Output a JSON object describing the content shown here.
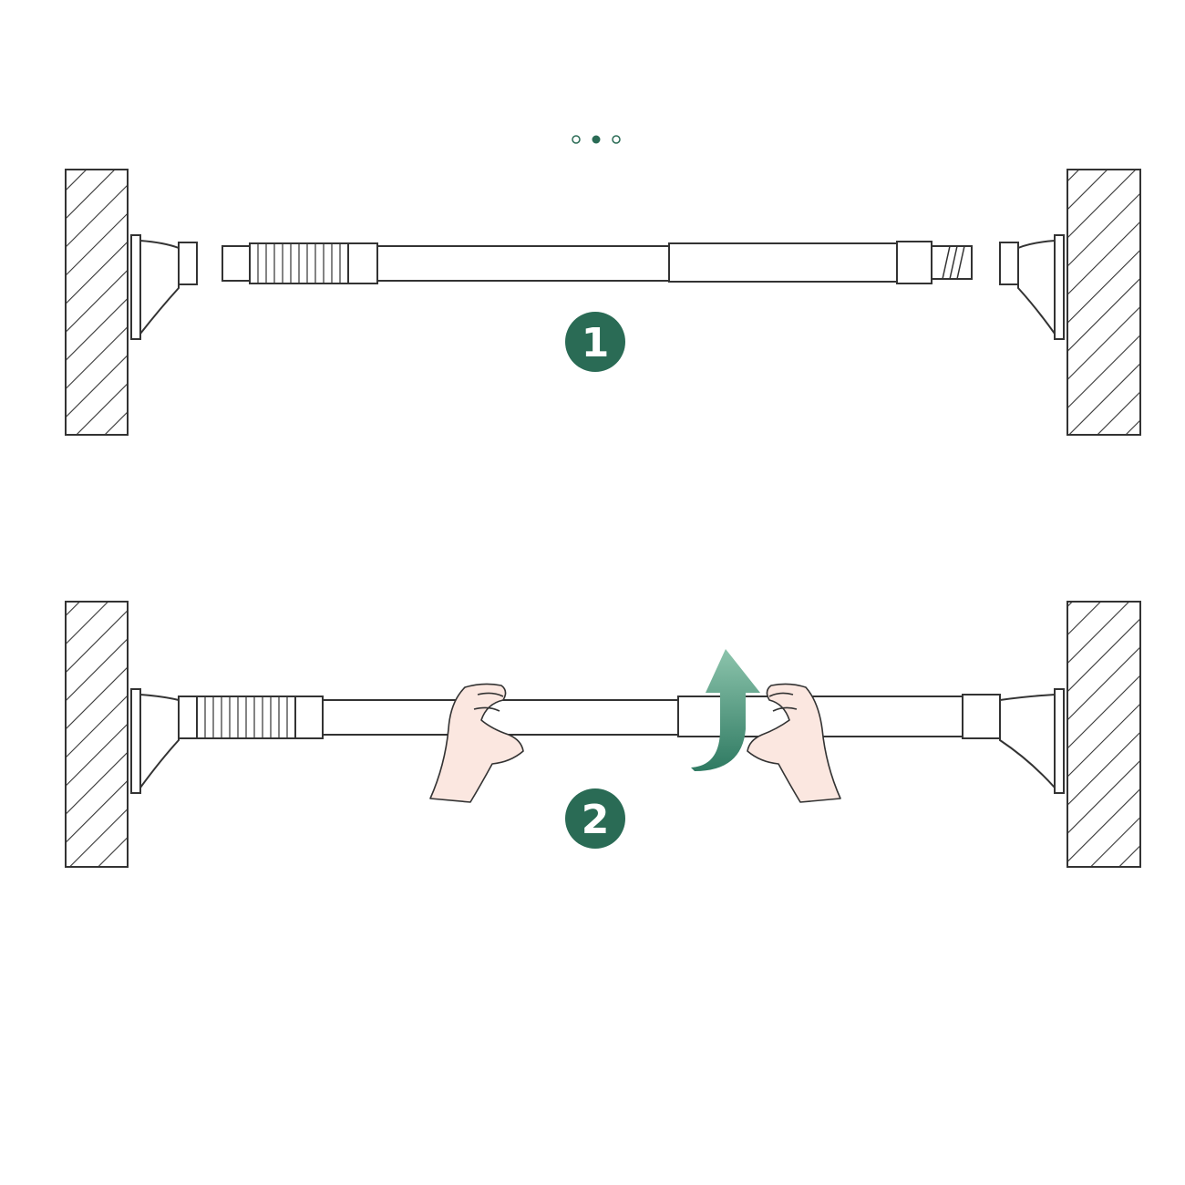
{
  "carousel": {
    "dot_count": 3,
    "active_index": 1,
    "accent_color": "#2a6b55"
  },
  "steps": [
    {
      "number": "1"
    },
    {
      "number": "2"
    }
  ],
  "colors": {
    "line": "#333333",
    "badge": "#2a6b55",
    "arrow_top": "#7fb8a1",
    "arrow_bottom": "#2f7a62",
    "skin": "#fbe7e0"
  },
  "icons": {
    "wall": "hatched-wall",
    "cup": "suction-cup",
    "rotate": "curved-up-arrow-icon",
    "hands": "hand-grip-icon"
  }
}
